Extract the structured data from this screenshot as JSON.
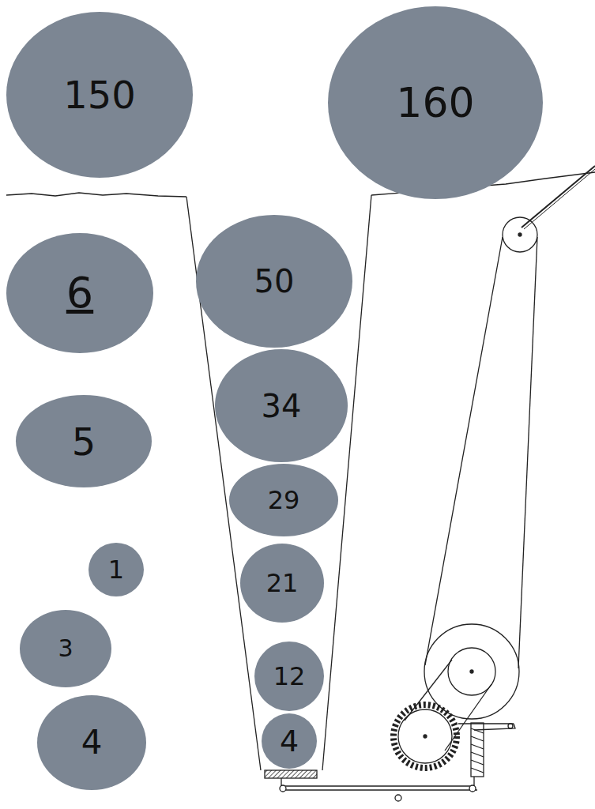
{
  "diagram": {
    "nodes": [
      {
        "text": [
          "150"
        ]
      },
      {
        "text": [
          "160"
        ]
      },
      {
        "text": [
          "50"
        ]
      },
      {
        "text": [
          "6"
        ]
      },
      {
        "text": [
          "34"
        ]
      },
      {
        "text": [
          "5"
        ]
      },
      {
        "text": [
          "29"
        ]
      },
      {
        "text": [
          "1"
        ]
      },
      {
        "text": [
          "21"
        ]
      },
      {
        "text": [
          "3"
        ]
      },
      {
        "text": [
          "12"
        ]
      },
      {
        "text": [
          "4"
        ]
      },
      {
        "text": [
          "4"
        ]
      }
    ]
  }
}
